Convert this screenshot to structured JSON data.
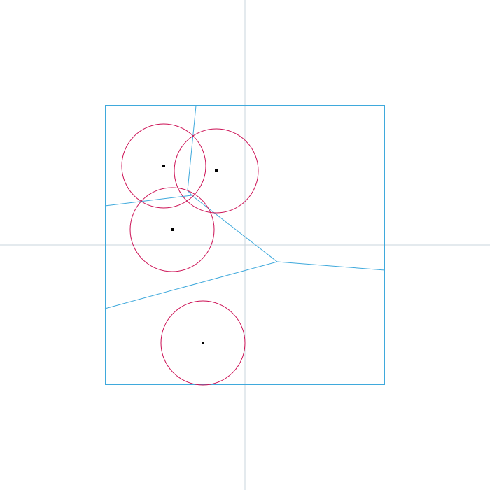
{
  "colors": {
    "background": "#ffffff",
    "crosshair": "#c8d4dc",
    "boundary": "#3fa9dc",
    "voronoi_edge": "#3fa9dc",
    "circle": "#cc1155",
    "site": "#000000"
  },
  "diagram": {
    "sites": [
      {
        "id": "site-a"
      },
      {
        "id": "site-b"
      },
      {
        "id": "site-c"
      },
      {
        "id": "site-d"
      }
    ]
  }
}
